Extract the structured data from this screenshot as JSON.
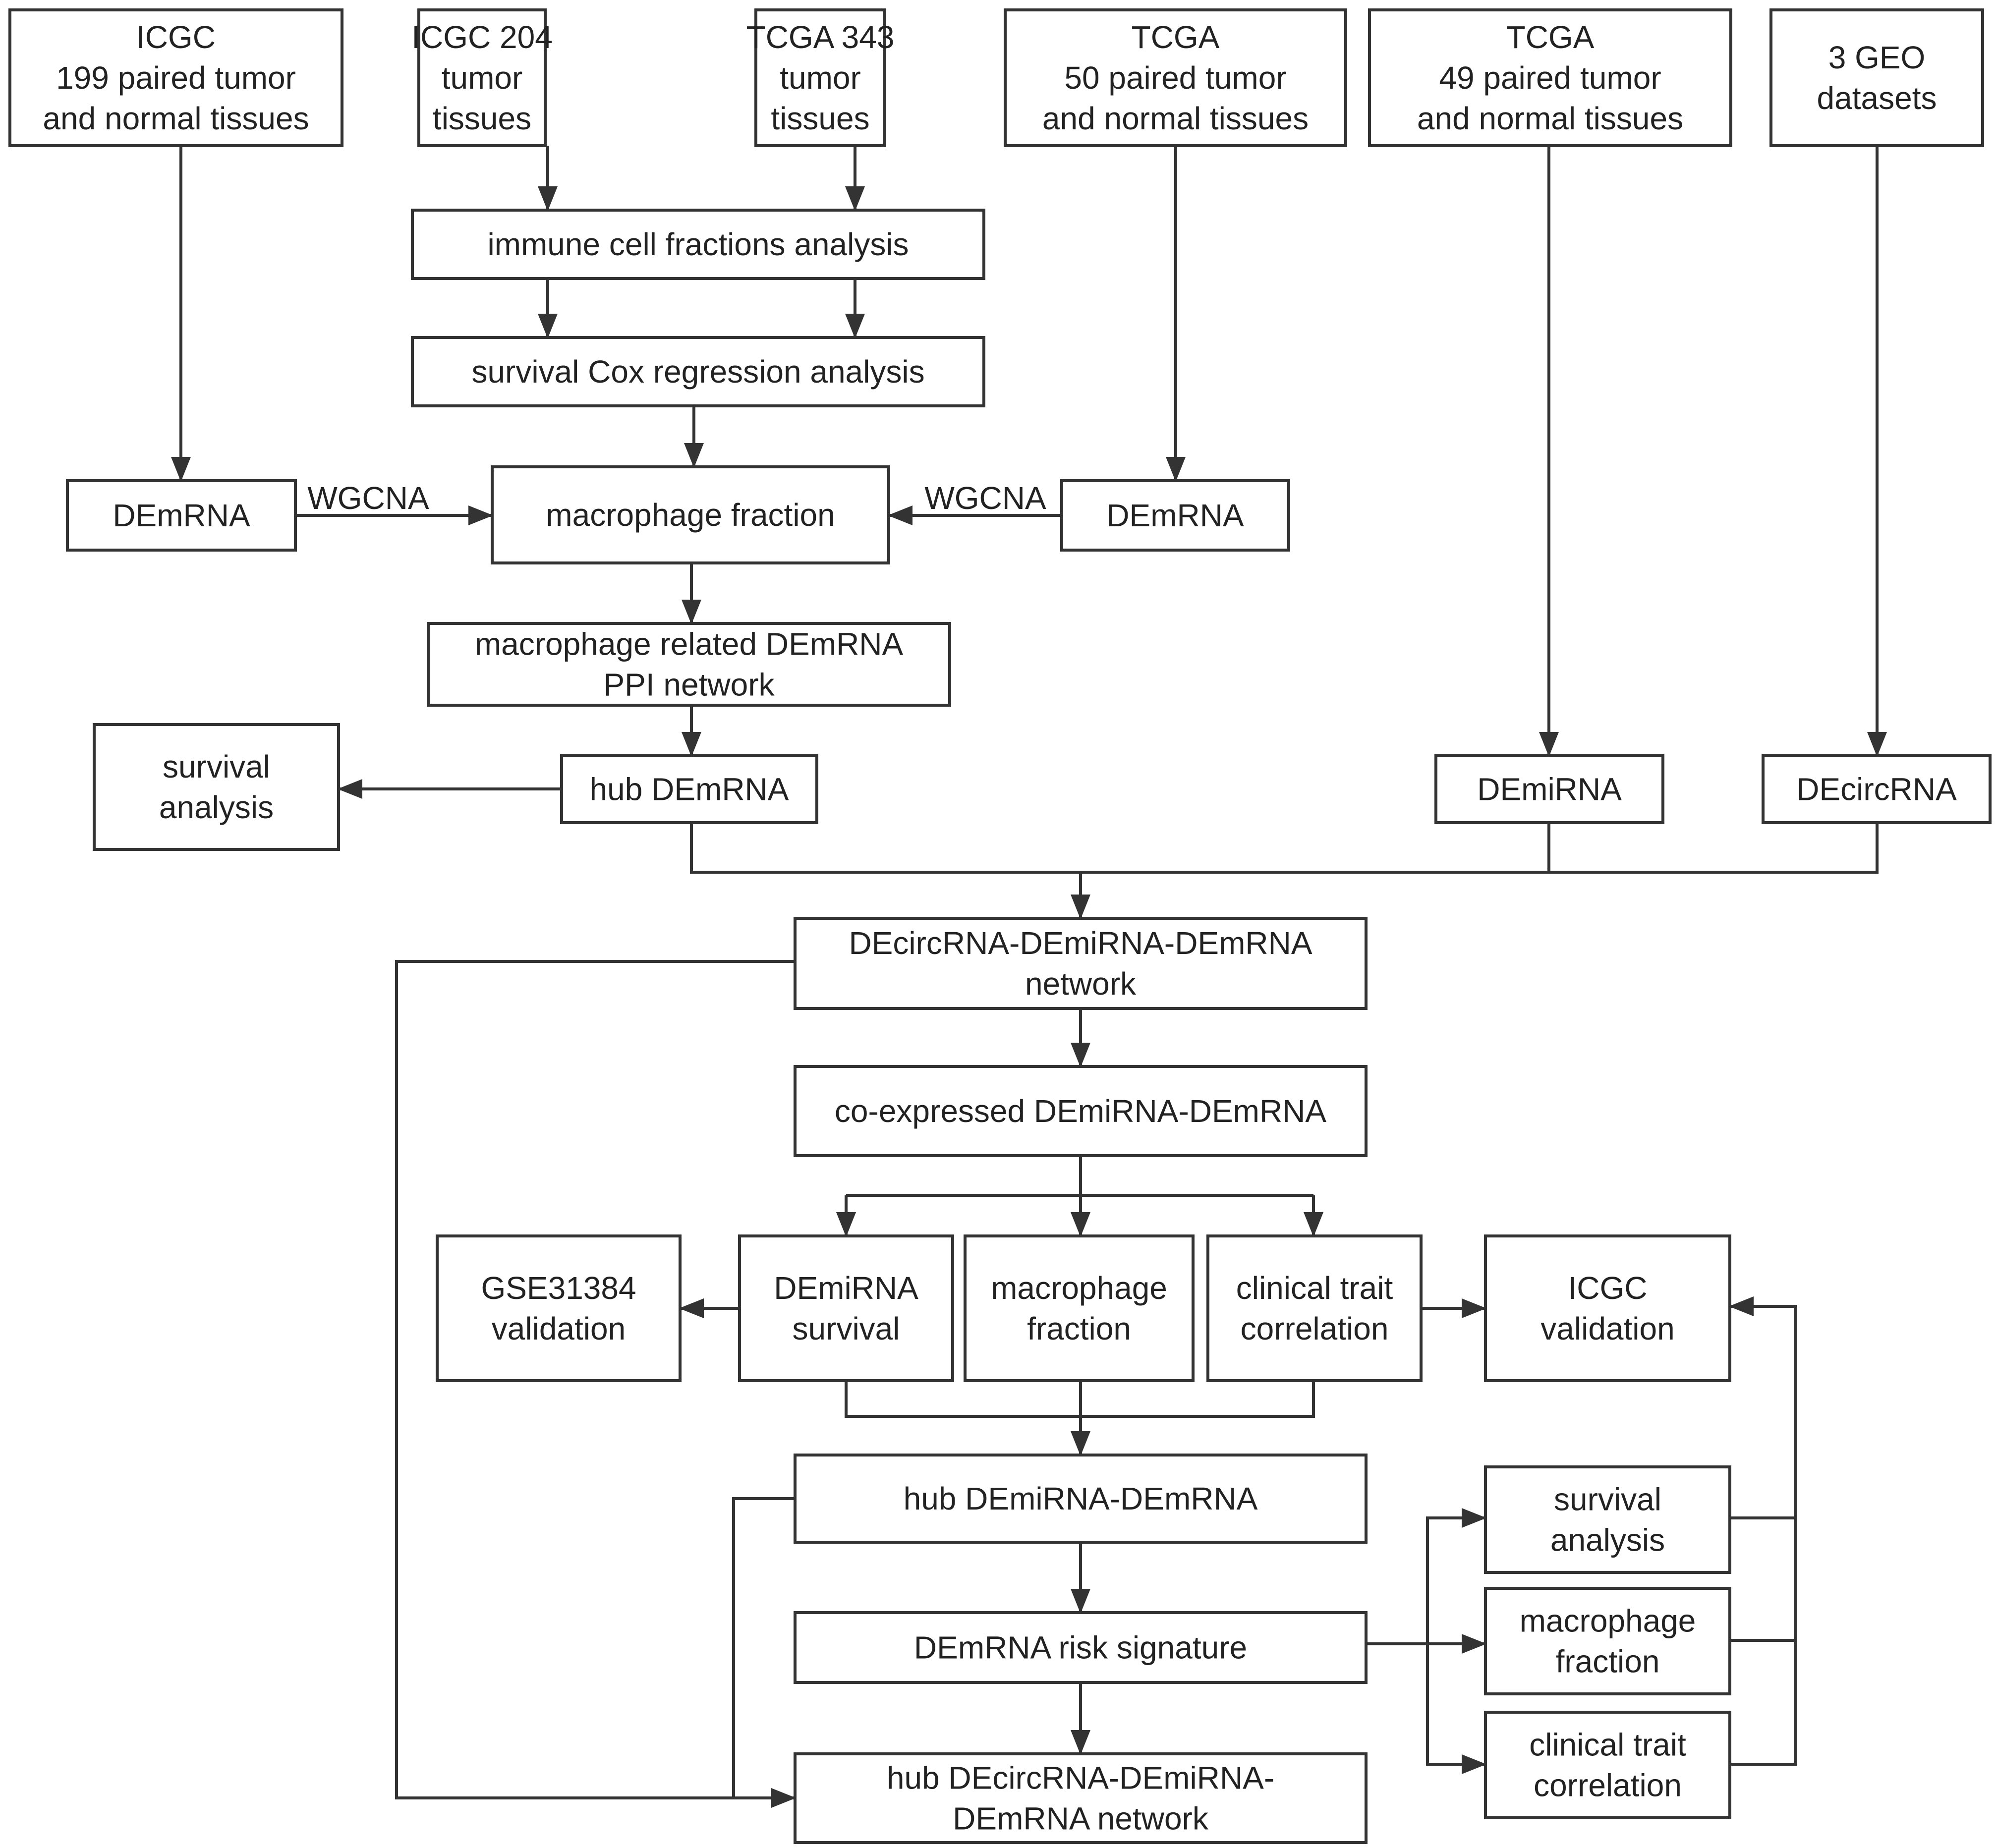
{
  "nodes": {
    "icgc199": {
      "lines": [
        "ICGC",
        "199 paired tumor",
        "and normal tissues"
      ]
    },
    "icgc204": {
      "lines": [
        "ICGC 204",
        "tumor",
        "tissues"
      ]
    },
    "tcga343": {
      "lines": [
        "TCGA 343",
        "tumor",
        "tissues"
      ]
    },
    "tcga50": {
      "lines": [
        "TCGA",
        "50 paired tumor",
        "and normal tissues"
      ]
    },
    "tcga49": {
      "lines": [
        "TCGA",
        "49 paired tumor",
        "and normal tissues"
      ]
    },
    "geo3": {
      "lines": [
        "3 GEO",
        "datasets"
      ]
    },
    "immune": {
      "lines": [
        "immune cell fractions analysis"
      ]
    },
    "cox": {
      "lines": [
        "survival Cox regression analysis"
      ]
    },
    "demrna_left": {
      "lines": [
        "DEmRNA"
      ]
    },
    "macro_fraction": {
      "lines": [
        "macrophage fraction"
      ]
    },
    "demrna_right": {
      "lines": [
        "DEmRNA"
      ]
    },
    "ppi": {
      "lines": [
        "macrophage related DEmRNA",
        "PPI network"
      ]
    },
    "surv_left": {
      "lines": [
        "survival",
        "analysis"
      ]
    },
    "hub_demrna": {
      "lines": [
        "hub DEmRNA"
      ]
    },
    "demirna": {
      "lines": [
        "DEmiRNA"
      ]
    },
    "decircrna": {
      "lines": [
        "DEcircRNA"
      ]
    },
    "cem_network": {
      "lines": [
        "DEcircRNA-DEmiRNA-DEmRNA",
        "network"
      ]
    },
    "coexp": {
      "lines": [
        "co-expressed DEmiRNA-DEmRNA"
      ]
    },
    "gse": {
      "lines": [
        "GSE31384",
        "validation"
      ]
    },
    "demirna_surv": {
      "lines": [
        "DEmiRNA",
        "survival"
      ]
    },
    "macro_frac2": {
      "lines": [
        "macrophage",
        "fraction"
      ]
    },
    "clin_corr": {
      "lines": [
        "clinical trait",
        "correlation"
      ]
    },
    "icgc_val": {
      "lines": [
        "ICGC",
        "validation"
      ]
    },
    "hub_mi_m": {
      "lines": [
        "hub DEmiRNA-DEmRNA"
      ]
    },
    "risk_sig": {
      "lines": [
        "DEmRNA risk signature"
      ]
    },
    "surv_right": {
      "lines": [
        "survival",
        "analysis"
      ]
    },
    "macro_frac3": {
      "lines": [
        "macrophage",
        "fraction"
      ]
    },
    "clin_corr2": {
      "lines": [
        "clinical trait",
        "correlation"
      ]
    },
    "hub_network": {
      "lines": [
        "hub DEcircRNA-DEmiRNA-",
        "DEmRNA network"
      ]
    }
  },
  "edge_labels": {
    "wgcna_left": "WGCNA",
    "wgcna_right": "WGCNA"
  }
}
